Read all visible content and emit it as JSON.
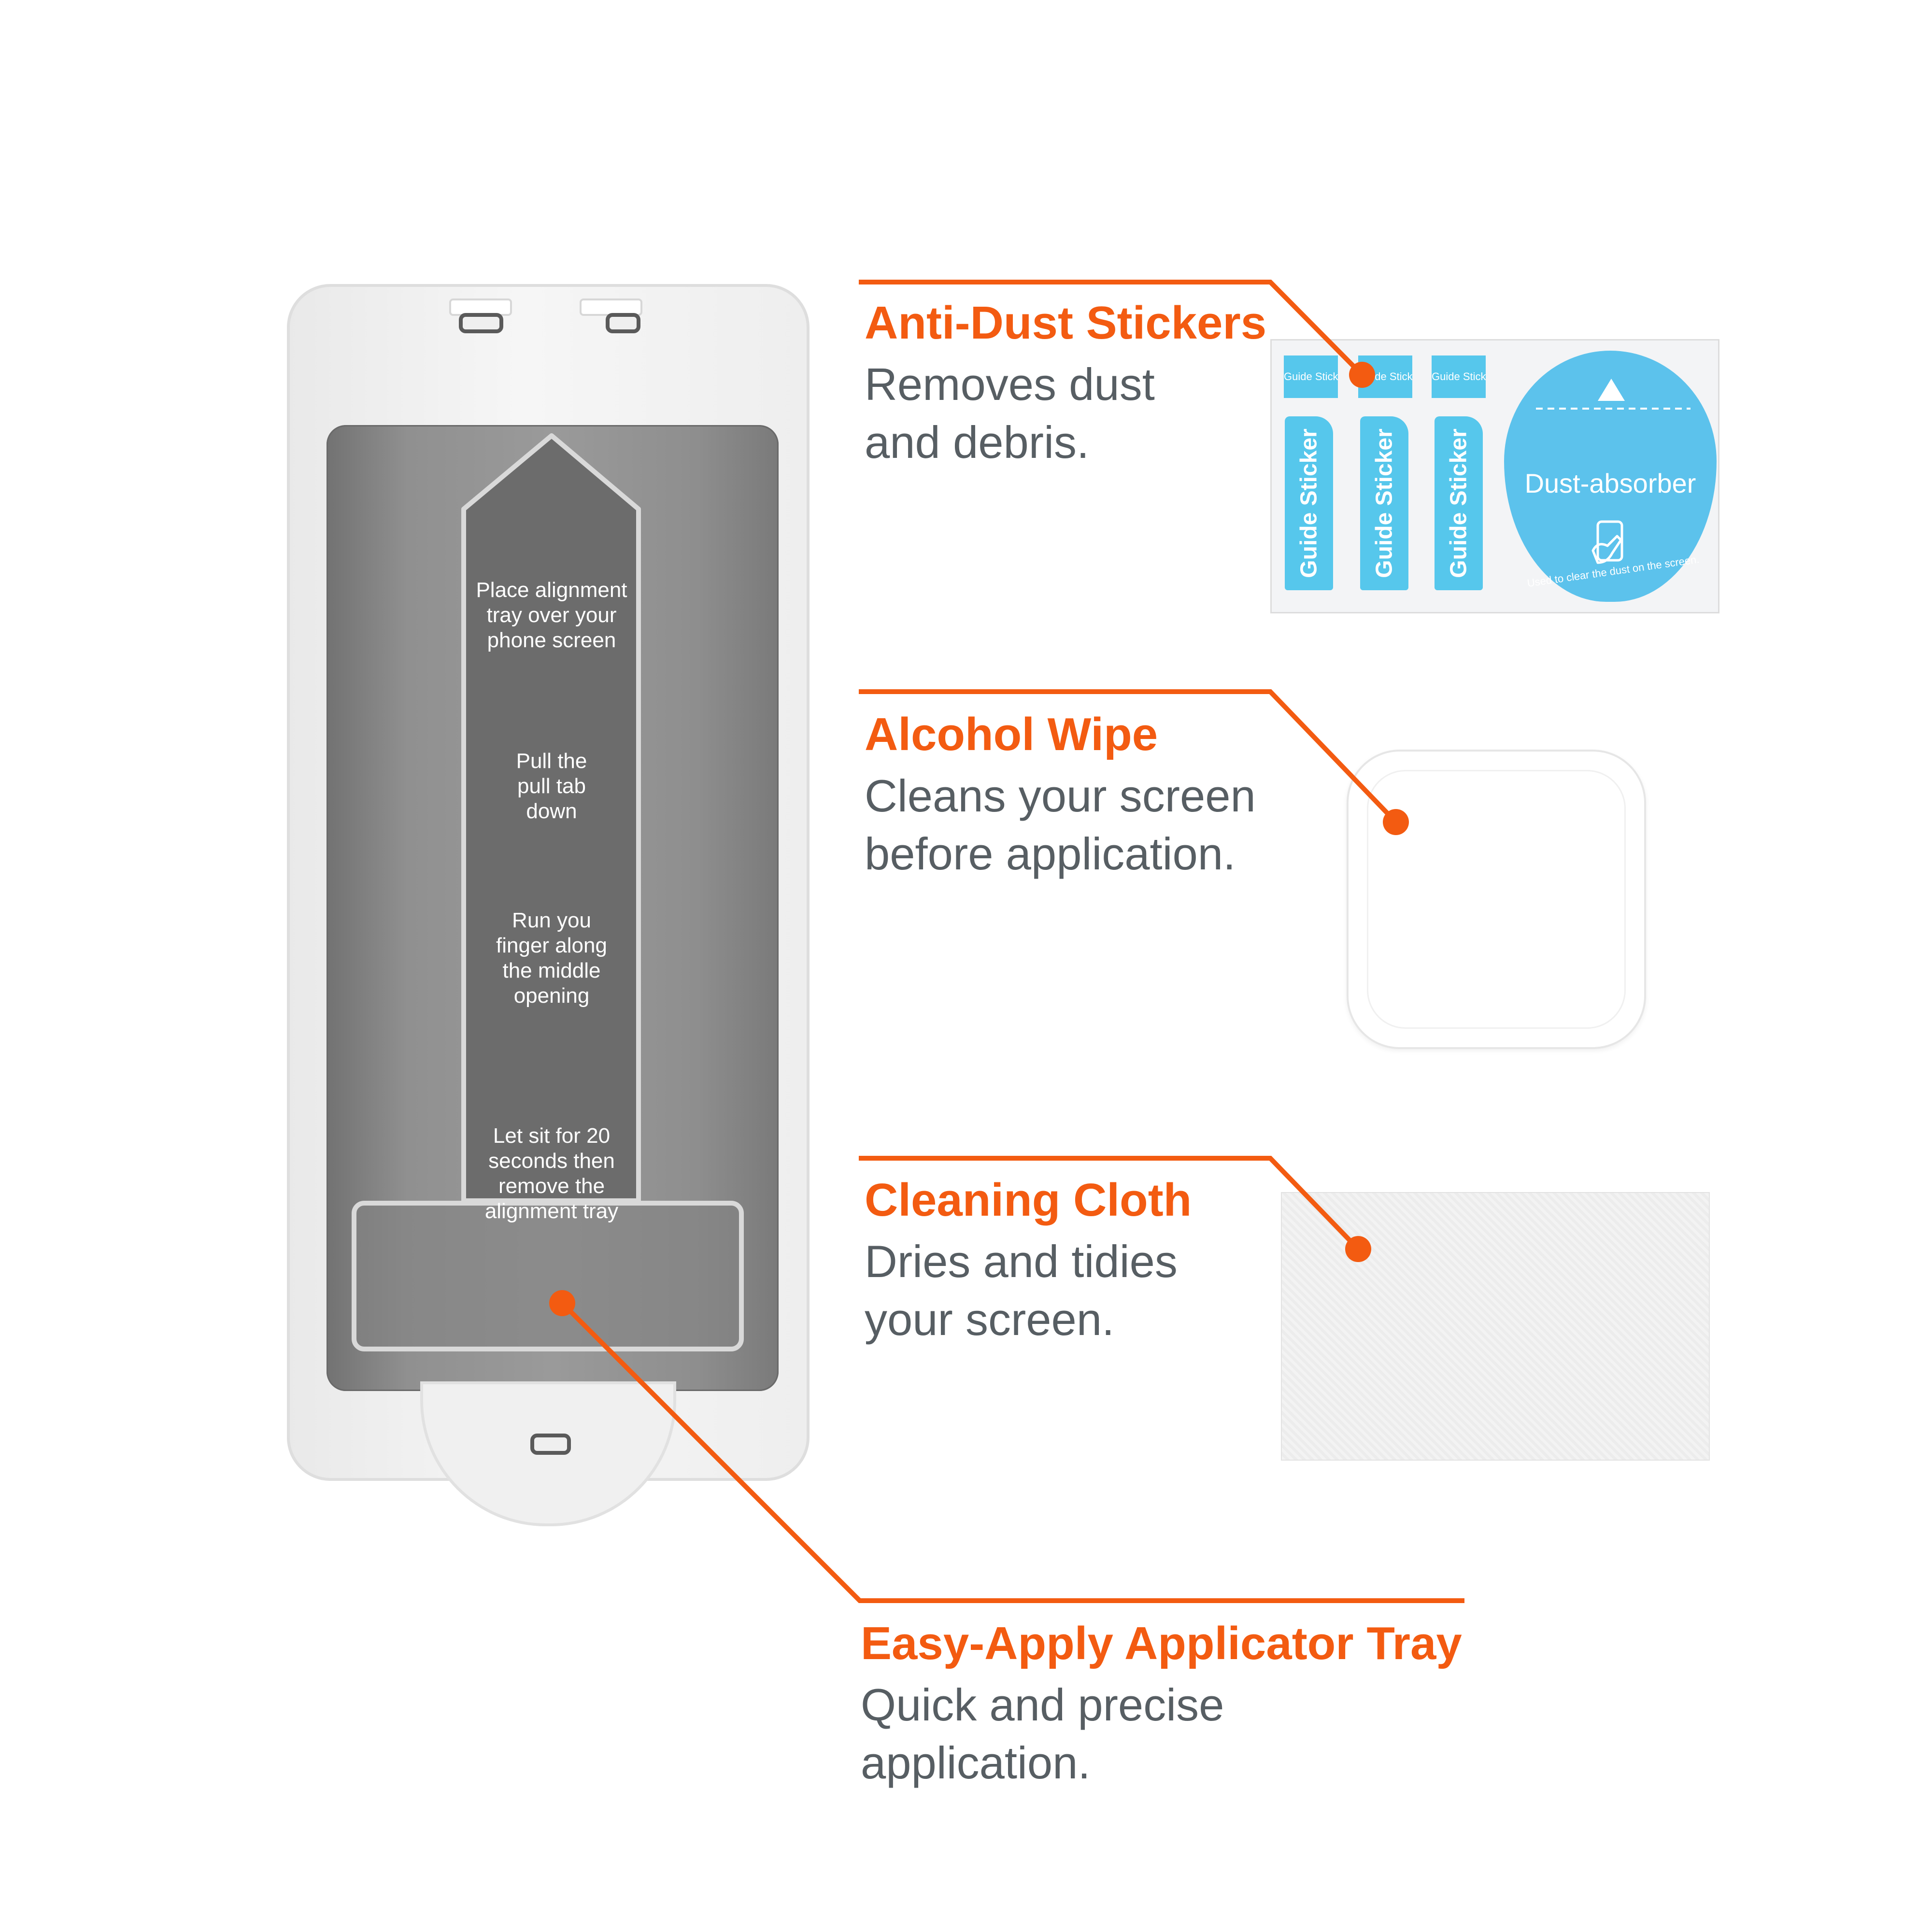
{
  "colors": {
    "accent": "#f35b11",
    "text_gray": "#575e63",
    "sticker_blue": "#56c7ec"
  },
  "tray": {
    "steps": [
      "Place alignment tray over your phone screen",
      "Pull the pull tab down",
      "Run you finger along the middle opening",
      "Let sit for 20 seconds then remove the alignment tray"
    ]
  },
  "sticker_sheet": {
    "tag_label": "Guide Sticker",
    "sticker_label": "Guide Sticker",
    "absorber_label": "Dust-absorber",
    "absorber_note": "Used to clear the dust on the screen."
  },
  "callouts": {
    "anti_dust": {
      "title": "Anti-Dust Stickers",
      "line1": "Removes dust",
      "line2": "and debris."
    },
    "alcohol_wipe": {
      "title": "Alcohol Wipe",
      "line1": "Cleans your screen",
      "line2": "before application."
    },
    "cleaning_cloth": {
      "title": "Cleaning Cloth",
      "line1": "Dries and tidies",
      "line2": "your screen."
    },
    "applicator_tray": {
      "title": "Easy-Apply Applicator Tray",
      "line1": "Quick and precise",
      "line2": "application."
    }
  }
}
